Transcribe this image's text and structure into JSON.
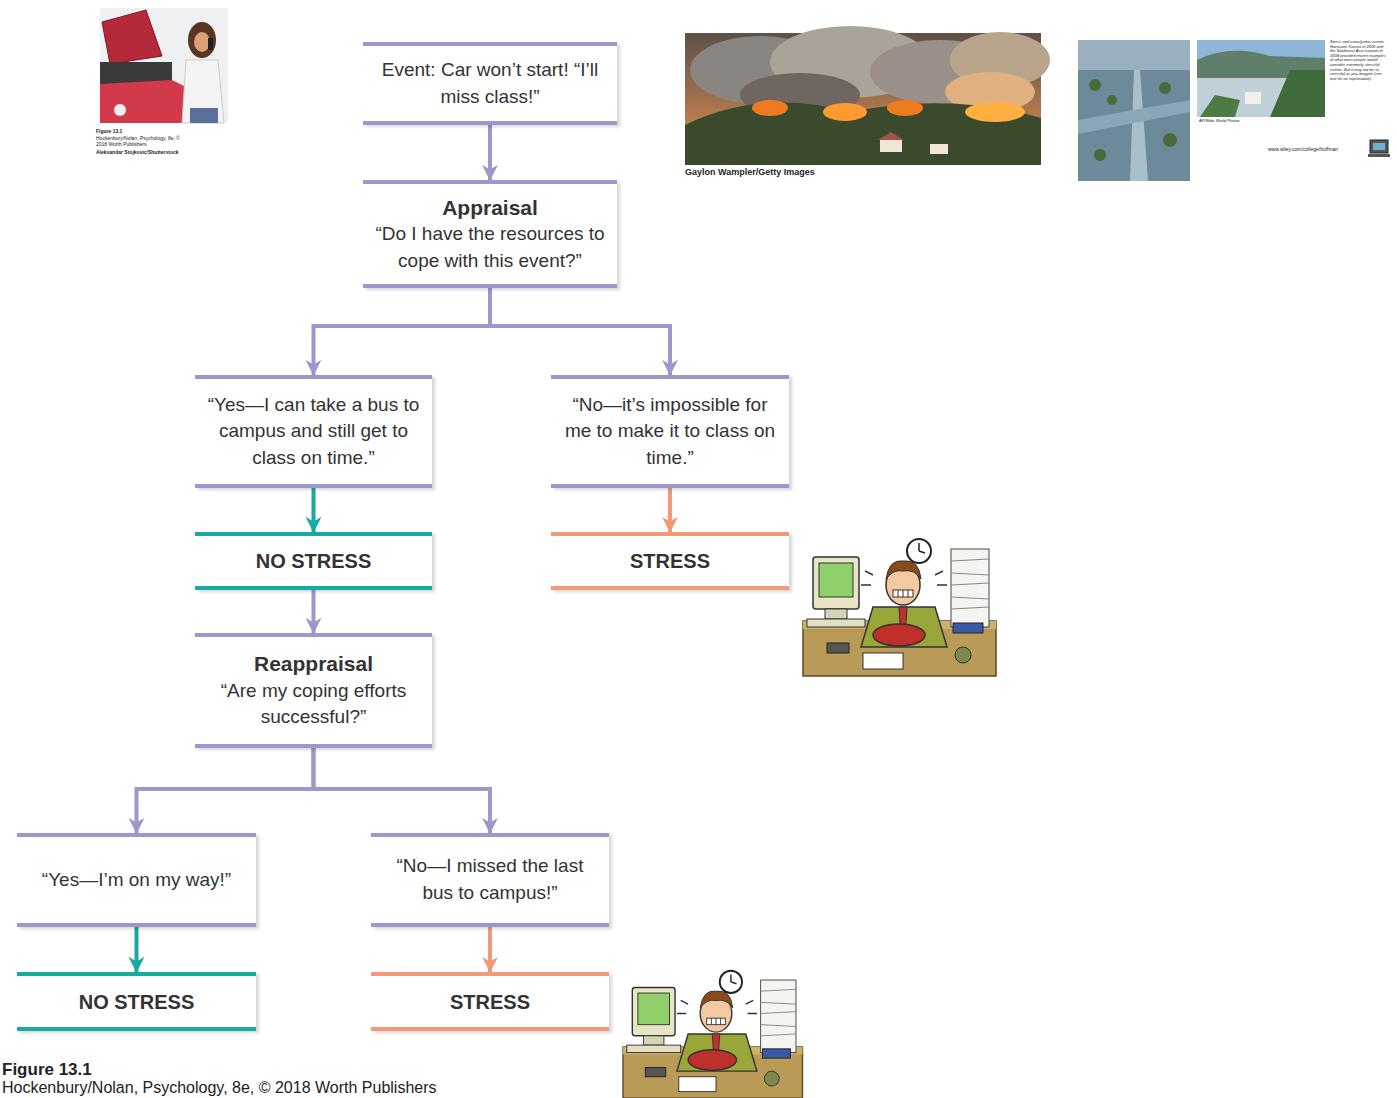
{
  "diagram": {
    "nodes": [
      {
        "text": [
          "Event: Car won’t start! “I’ll miss class!”"
        ]
      },
      {
        "text": [
          "Appraisal",
          "“Do I have the resources to cope with this event?”"
        ]
      },
      {
        "text": [
          "“Yes—I can take a bus to campus and still get to class on time.”"
        ]
      },
      {
        "text": [
          "“No—it’s impossible for me to make it to class on time.”"
        ]
      },
      {
        "text": [
          "NO STRESS"
        ]
      },
      {
        "text": [
          "STRESS"
        ]
      },
      {
        "text": [
          "Reappraisal",
          "“Are my coping efforts successful?”"
        ]
      },
      {
        "text": [
          "“Yes—I’m on my way!”"
        ]
      },
      {
        "text": [
          "“No—I missed the last bus to campus!”"
        ]
      },
      {
        "text": [
          "NO STRESS"
        ]
      },
      {
        "text": [
          "STRESS"
        ]
      }
    ],
    "edges": [
      {
        "from": 0,
        "to": 1,
        "arrow": "to"
      },
      {
        "from": 1,
        "to": 2,
        "arrow": "to"
      },
      {
        "from": 1,
        "to": 3,
        "arrow": "to"
      },
      {
        "from": 2,
        "to": 4,
        "arrow": "to"
      },
      {
        "from": 3,
        "to": 5,
        "arrow": "to"
      },
      {
        "from": 4,
        "to": 6,
        "arrow": "to"
      },
      {
        "from": 6,
        "to": 7,
        "arrow": "to"
      },
      {
        "from": 6,
        "to": 8,
        "arrow": "to"
      },
      {
        "from": 7,
        "to": 9,
        "arrow": "to"
      },
      {
        "from": 8,
        "to": 10,
        "arrow": "to"
      }
    ],
    "labels": [
      "Figure 13.1",
      "Hockenbury/Nolan, Psychology, 8e, © 2018 Worth Publishers",
      "Aleksandar Stojkovic/Shutterstock",
      "Gaylon Wampler/Getty Images",
      "Stress and cataclysmic events. Hurricane Katrina in 2005 and the Southeast Asia tsunami in 2004 provided recent examples of what most people would consider extremely stressful events. But it may not be as stressful as you imagine (see text for an explanation).",
      "AP/Wide World Photos",
      "www.wiley.com/college/huffman",
      "Figure 13.1",
      "Hockenbury/Nolan, Psychology, 8e, © 2018 Worth Publishers"
    ]
  }
}
